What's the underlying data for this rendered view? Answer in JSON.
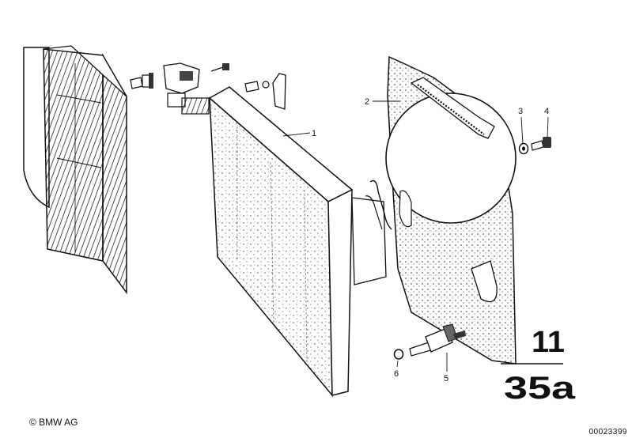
{
  "callouts": [
    {
      "label": "1"
    },
    {
      "label": "2"
    },
    {
      "label": "3"
    },
    {
      "label": "4"
    },
    {
      "label": "5"
    },
    {
      "label": "6"
    }
  ],
  "group": {
    "top": "11",
    "bottom": "35a"
  },
  "footer": {
    "copyright": "© BMW AG",
    "doc_number": "00023399"
  }
}
